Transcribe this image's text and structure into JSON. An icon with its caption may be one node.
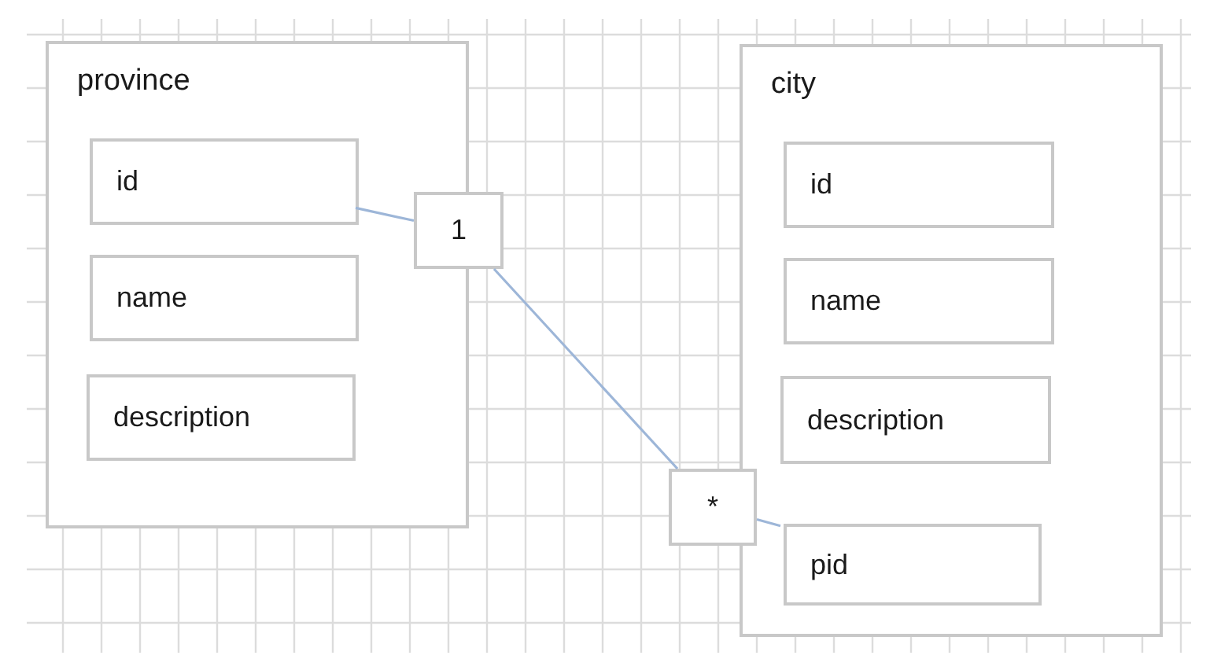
{
  "diagram": {
    "nodes": [
      {
        "text": [
          "province"
        ]
      },
      {
        "text": [
          "id"
        ],
        "in": 0
      },
      {
        "text": [
          "name"
        ],
        "in": 0
      },
      {
        "text": [
          "description"
        ],
        "in": 0
      },
      {
        "text": [
          "1"
        ]
      },
      {
        "text": [
          "city"
        ]
      },
      {
        "text": [
          "id"
        ],
        "in": 5
      },
      {
        "text": [
          "name"
        ],
        "in": 5
      },
      {
        "text": [
          "description"
        ],
        "in": 5
      },
      {
        "text": [
          "*"
        ]
      },
      {
        "text": [
          "pid"
        ],
        "in": 5
      }
    ],
    "edges": [
      {
        "from": 1,
        "to": 4,
        "arrow": "none"
      },
      {
        "from": 4,
        "to": 9,
        "arrow": "none"
      },
      {
        "from": 9,
        "to": 10,
        "arrow": "none"
      }
    ]
  }
}
